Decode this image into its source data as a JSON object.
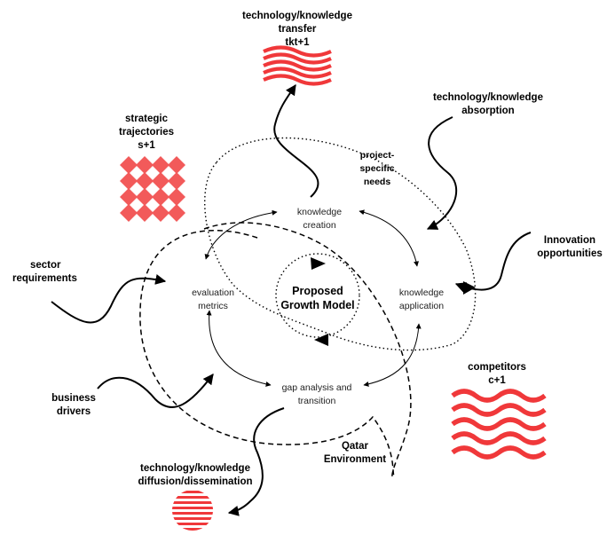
{
  "colors": {
    "accent": "#f0383a",
    "diamond": "#f25a5a",
    "line": "#000000"
  },
  "labels": {
    "transfer": [
      "technology/knowledge",
      "transfer",
      "tkt+1"
    ],
    "absorption": [
      "technology/knowledge",
      "absorption"
    ],
    "strategic": [
      "strategic",
      "trajectories",
      "s+1"
    ],
    "innovation": [
      "Innovation",
      "opportunities"
    ],
    "sector": [
      "sector",
      "requirements"
    ],
    "business": [
      "business",
      "drivers"
    ],
    "competitors": [
      "competitors",
      "c+1"
    ],
    "diffusion": [
      "technology/knowledge",
      "diffusion/dissemination"
    ],
    "qatar": [
      "Qatar",
      "Environment"
    ],
    "project": [
      "project-",
      "specific",
      "needs"
    ],
    "creation": [
      "knowledge",
      "creation"
    ],
    "application": [
      "knowledge",
      "application"
    ],
    "evaluation": [
      "evaluation",
      "metrics"
    ],
    "gap": [
      "gap analysis and",
      "transition"
    ],
    "center": [
      "Proposed",
      "Growth Model"
    ]
  },
  "icons": [
    "red-wave-flag-icon",
    "red-diamond-grid-icon",
    "red-wavy-stripes-icon",
    "red-striped-circle-icon"
  ]
}
